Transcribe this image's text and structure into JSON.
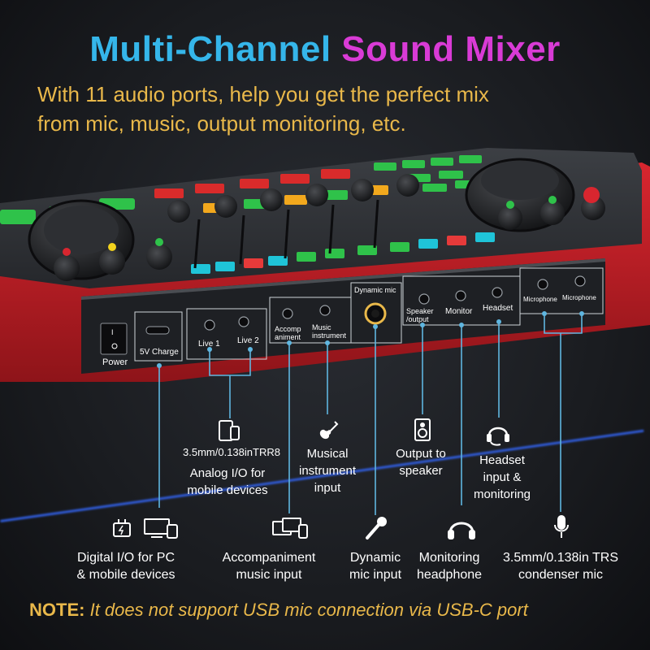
{
  "header": {
    "title_part1": "Multi-Channel",
    "title_part2": "Sound Mixer",
    "subtitle_line1": "With 11 audio ports, help you get the perfect mix",
    "subtitle_line2": "from mic, music, output monitoring, etc."
  },
  "device": {
    "power_label": "Power",
    "ports": {
      "charge": "5V Charge",
      "live1": "Live 1",
      "live2": "Live 2",
      "accomp": "Accomp animent",
      "music": "Music instrument",
      "dynamic_mic": "Dynamic mic",
      "speaker": "Speaker /output",
      "monitor": "Monitor",
      "headset": "Headset",
      "microphone1": "Microphone",
      "microphone2": "Microphone"
    }
  },
  "callouts": {
    "trrs": "3.5mm/0.138inTRR8",
    "analog_line1": "Analog I/O for",
    "analog_line2": "mobile devices",
    "musical_line1": "Musical",
    "musical_line2": "instrument",
    "musical_line3": "input",
    "output_line1": "Output to",
    "output_line2": "speaker",
    "headset_line1": "Headset",
    "headset_line2": "input &",
    "headset_line3": "monitoring",
    "digital_line1": "Digital I/O for PC",
    "digital_line2": "& mobile devices",
    "accomp_line1": "Accompaniment",
    "accomp_line2": "music input",
    "dynamic_line1": "Dynamic",
    "dynamic_line2": "mic input",
    "monitoring_line1": "Monitoring",
    "monitoring_line2": "headphone",
    "condenser_line1": "3.5mm/0.138in TRS",
    "condenser_line2": "condenser mic"
  },
  "note": {
    "label": "NOTE",
    "text": "It does not support USB mic connection via USB-C port"
  },
  "colors": {
    "title_blue": "#35b6ea",
    "title_magenta": "#d93bd6",
    "accent_gold": "#e9b84a",
    "callout_line": "#5fb6e0",
    "body_red": "#c8202a"
  }
}
